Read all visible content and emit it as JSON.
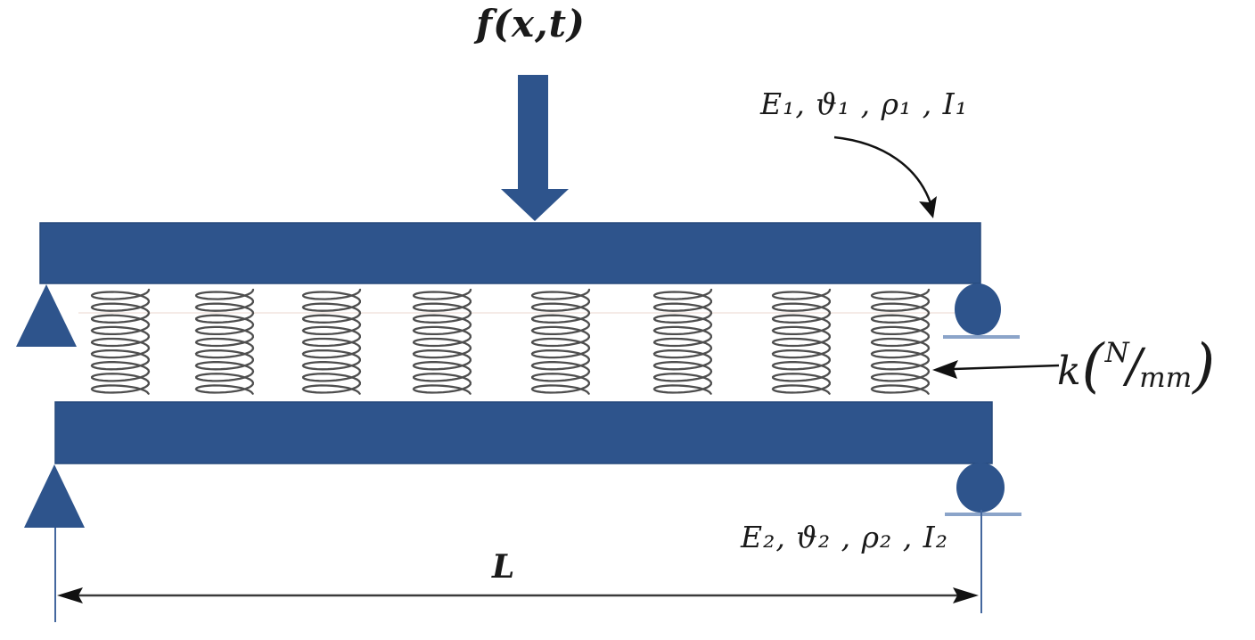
{
  "diagram": {
    "labels": {
      "force": "f(x,t)",
      "beam1_properties": "E₁, ϑ₁ , ρ₁ , I₁",
      "beam2_properties": "E₂, ϑ₂ , ρ₂ , I₂",
      "length": "L",
      "spring_stiffness": {
        "symbol": "k",
        "open_paren": "(",
        "numerator": "N",
        "slash": "/",
        "denominator": "mm",
        "close_paren": ")"
      }
    },
    "springs": {
      "count": 8
    },
    "colors": {
      "beam_blue": "#2E548C",
      "beam_edge": "#26497C",
      "spring_gray": "#3F3F3F",
      "annotation_black": "#111111",
      "dimension_gray": "#3A3A3A",
      "roller_ground_line": "#8BA4C9",
      "extension_line_blue": "#44679E",
      "faint_guideline": "#EBD4CC"
    }
  }
}
